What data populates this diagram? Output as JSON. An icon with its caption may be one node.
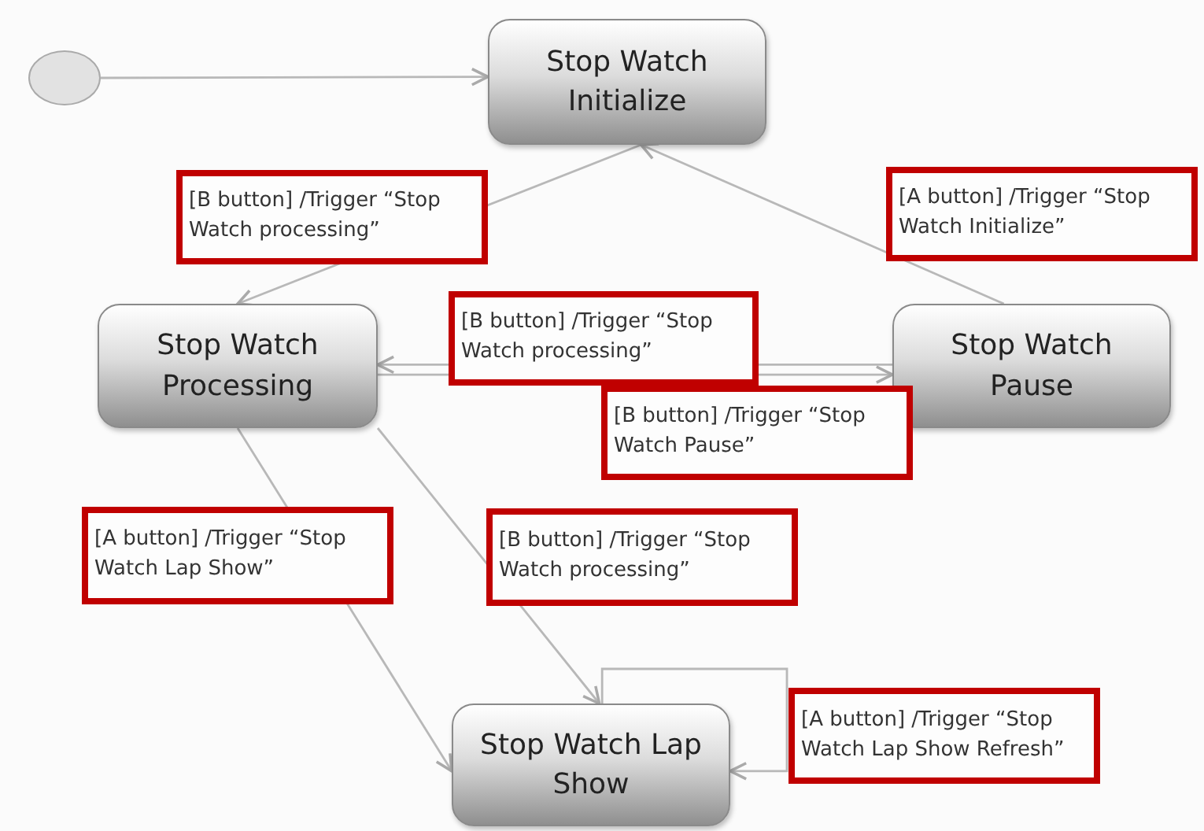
{
  "diagram": {
    "nodes": [
      {
        "text": [],
        "shape": "circle"
      },
      {
        "text": [
          "Stop Watch Initialize"
        ]
      },
      {
        "text": [
          "Stop Watch Processing"
        ]
      },
      {
        "text": [
          "Stop Watch Pause"
        ]
      },
      {
        "text": [
          "Stop Watch Lap Show"
        ]
      }
    ],
    "edges": [
      {
        "from": 0,
        "to": 1,
        "arrow": "to"
      },
      {
        "from": 1,
        "to": 2,
        "arrow": "to",
        "label": "[B button] /Trigger “Stop Watch processing”"
      },
      {
        "from": 3,
        "to": 1,
        "arrow": "to",
        "label": "[A button] /Trigger “Stop Watch Initialize”"
      },
      {
        "from": 3,
        "to": 2,
        "arrow": "to",
        "label": "[B button] /Trigger “Stop Watch processing”"
      },
      {
        "from": 2,
        "to": 3,
        "arrow": "to",
        "label": "[B button] /Trigger “Stop Watch Pause”"
      },
      {
        "from": 2,
        "to": 4,
        "arrow": "to",
        "label": "[A button] /Trigger “Stop Watch Lap Show”"
      },
      {
        "from": 2,
        "to": 4,
        "arrow": "to",
        "label": "[B button] /Trigger “Stop Watch processing”"
      },
      {
        "from": 4,
        "to": 4,
        "arrow": "to",
        "label": "[A button] /Trigger “Stop Watch Lap Show Refresh”"
      }
    ]
  }
}
